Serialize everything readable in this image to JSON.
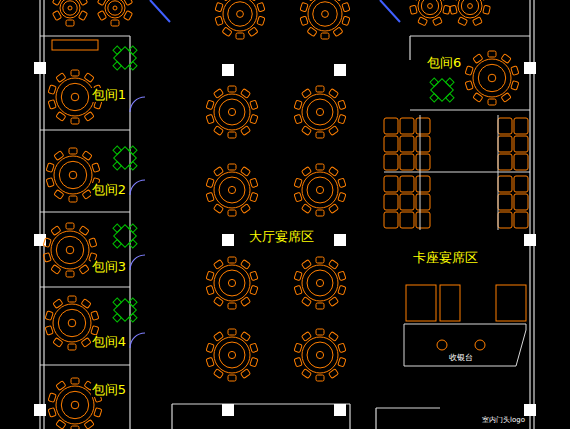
{
  "diagram": {
    "nodes": [
      {
        "text": [
          "包间1"
        ]
      },
      {
        "text": [
          "包间2"
        ]
      },
      {
        "text": [
          "包间3"
        ]
      },
      {
        "text": [
          "包间4"
        ]
      },
      {
        "text": [
          "包间5"
        ]
      },
      {
        "text": [
          "包间6"
        ]
      }
    ],
    "labels": [
      "大厅宴席区",
      "卡座宴席区",
      "收银台",
      "室内门头logo"
    ]
  }
}
